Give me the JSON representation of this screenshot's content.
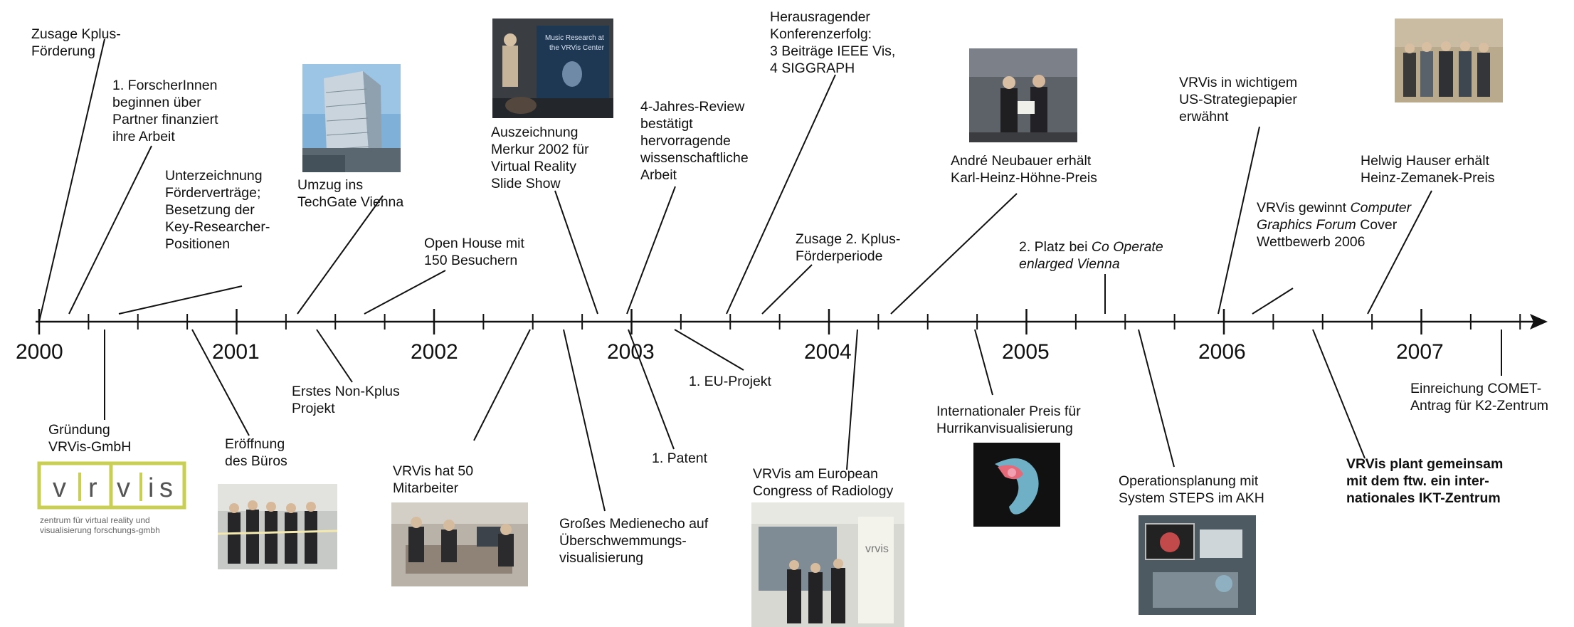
{
  "colors": {
    "axis": "#111111",
    "logo_accent": "#c8cf52",
    "background": "#ffffff"
  },
  "axis": {
    "years": [
      "2000",
      "2001",
      "2002",
      "2003",
      "2004",
      "2005",
      "2006",
      "2007"
    ]
  },
  "events_top": [
    {
      "id": "kplus",
      "lines": [
        "Zusage Kplus-",
        "Förderung"
      ]
    },
    {
      "id": "forscher",
      "lines": [
        "1. ForscherInnen",
        "beginnen über",
        "Partner finanziert",
        "ihre Arbeit"
      ]
    },
    {
      "id": "unterz",
      "lines": [
        "Unterzeichnung",
        "Förderverträge;",
        "Besetzung der",
        "Key-Researcher-",
        "Positionen"
      ]
    },
    {
      "id": "umzug",
      "lines": [
        "Umzug ins",
        "TechGate Vienna"
      ]
    },
    {
      "id": "openhouse",
      "lines": [
        "Open House mit",
        "150 Besuchern"
      ]
    },
    {
      "id": "merkur",
      "lines": [
        "Auszeichnung",
        "Merkur 2002 für",
        "Virtual Reality",
        "Slide Show"
      ]
    },
    {
      "id": "review",
      "lines": [
        "4-Jahres-Review",
        "bestätigt",
        "hervorragende",
        "wissenschaftliche",
        "Arbeit"
      ]
    },
    {
      "id": "konferenz",
      "lines": [
        "Herausragender",
        "Konferenzerfolg:",
        "3 Beiträge IEEE Vis,",
        "4 SIGGRAPH"
      ]
    },
    {
      "id": "kplus2",
      "lines": [
        "Zusage 2. Kplus-",
        "Förderperiode"
      ]
    },
    {
      "id": "neubauer",
      "lines": [
        "André Neubauer erhält",
        "Karl-Heinz-Höhne-Preis"
      ]
    },
    {
      "id": "cooperate",
      "line1_prefix": "2. Platz bei ",
      "line1_italic": "Co Operate",
      "line2_italic": "enlarged Vienna"
    },
    {
      "id": "uspapier",
      "lines": [
        "VRVis in wichtigem",
        "US-Strategiepapier",
        "erwähnt"
      ]
    },
    {
      "id": "cgf",
      "line1_prefix": "VRVis gewinnt ",
      "line1_italic": "Computer",
      "line2_italic": "Graphics Forum",
      "line2_suffix": " Cover",
      "line3": "Wettbewerb 2006"
    },
    {
      "id": "hauser",
      "lines": [
        "Helwig Hauser erhält",
        "Heinz-Zemanek-Preis"
      ]
    }
  ],
  "events_bottom": [
    {
      "id": "gruendung",
      "lines": [
        "Gründung",
        "VRVis-GmbH"
      ]
    },
    {
      "id": "eroeffnung",
      "lines": [
        "Eröffnung",
        "des Büros"
      ]
    },
    {
      "id": "nonkplus",
      "lines": [
        "Erstes Non-Kplus",
        "Projekt"
      ]
    },
    {
      "id": "mitarbeiter",
      "lines": [
        "VRVis hat 50",
        "Mitarbeiter"
      ]
    },
    {
      "id": "medienecho",
      "lines": [
        "Großes Medienecho auf",
        "Überschwemmungs-",
        "visualisierung"
      ]
    },
    {
      "id": "patent",
      "lines": [
        "1. Patent"
      ]
    },
    {
      "id": "euprojekt",
      "lines": [
        "1. EU-Projekt"
      ]
    },
    {
      "id": "radiology",
      "lines": [
        "VRVis am European",
        "Congress of Radiology"
      ]
    },
    {
      "id": "hurrikan",
      "lines": [
        "Internationaler Preis für",
        "Hurrikanvisualisierung"
      ]
    },
    {
      "id": "steps",
      "lines": [
        "Operationsplanung mit",
        "System STEPS im AKH"
      ]
    },
    {
      "id": "ikt",
      "lines": [
        "VRVis plant gemeinsam",
        "mit dem ftw. ein inter-",
        "nationales IKT-Zentrum"
      ]
    },
    {
      "id": "comet",
      "lines": [
        "Einreichung COMET-",
        "Antrag für K2-Zentrum"
      ]
    }
  ],
  "logo": {
    "letters": "vrvis",
    "tagline_lines": [
      "zentrum für  virtual reality  und",
      "visualisierung  forschungs-gmbh"
    ]
  },
  "photos": [
    {
      "id": "photo-techgate",
      "icon": "building-photo"
    },
    {
      "id": "photo-merkur",
      "icon": "presentation-photo",
      "overlay_text": [
        "Music Research at",
        "the VRVis Center"
      ]
    },
    {
      "id": "photo-neubauer",
      "icon": "award-photo"
    },
    {
      "id": "photo-hauser",
      "icon": "group-photo"
    },
    {
      "id": "photo-buero",
      "icon": "ribbon-cutting-photo"
    },
    {
      "id": "photo-mitarbeiter",
      "icon": "staff-photo"
    },
    {
      "id": "photo-radiology",
      "icon": "booth-photo"
    },
    {
      "id": "photo-hurrikan",
      "icon": "hurricane-photo"
    },
    {
      "id": "photo-steps",
      "icon": "surgery-photo"
    }
  ]
}
